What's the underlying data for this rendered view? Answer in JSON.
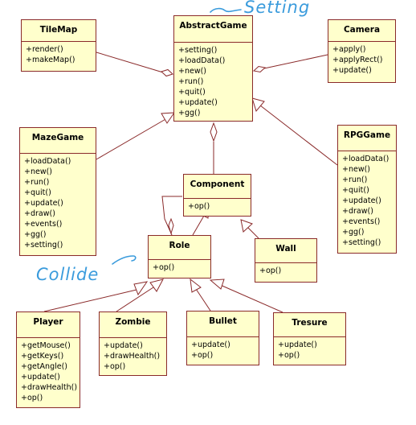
{
  "notes": {
    "setting": "Setting",
    "collide": "Collide"
  },
  "colors": {
    "box_fill": "#ffffcc",
    "box_border": "#8a2a2a",
    "annotation": "#3a9bdc"
  },
  "classes": {
    "tilemap": {
      "name": "TileMap",
      "ops": [
        "+render()",
        "+makeMap()"
      ]
    },
    "abstractgame": {
      "name": "AbstractGame",
      "ops": [
        "+setting()",
        "+loadData()",
        "+new()",
        "+run()",
        "+quit()",
        "+update()",
        "+gg()"
      ]
    },
    "camera": {
      "name": "Camera",
      "ops": [
        "+apply()",
        "+applyRect()",
        "+update()"
      ]
    },
    "mazegame": {
      "name": "MazeGame",
      "ops": [
        "+loadData()",
        "+new()",
        "+run()",
        "+quit()",
        "+update()",
        "+draw()",
        "+events()",
        "+gg()",
        "+setting()"
      ]
    },
    "rpggame": {
      "name": "RPGGame",
      "ops": [
        "+loadData()",
        "+new()",
        "+run()",
        "+quit()",
        "+update()",
        "+draw()",
        "+events()",
        "+gg()",
        "+setting()"
      ]
    },
    "component": {
      "name": "Component",
      "ops": [
        "+op()"
      ]
    },
    "role": {
      "name": "Role",
      "ops": [
        "+op()"
      ]
    },
    "wall": {
      "name": "Wall",
      "ops": [
        "+op()"
      ]
    },
    "player": {
      "name": "Player",
      "ops": [
        "+getMouse()",
        "+getKeys()",
        "+getAngle()",
        "+update()",
        "+drawHealth()",
        "+op()"
      ]
    },
    "zombie": {
      "name": "Zombie",
      "ops": [
        "+update()",
        "+drawHealth()",
        "+op()"
      ]
    },
    "bullet": {
      "name": "Bullet",
      "ops": [
        "+update()",
        "+op()"
      ]
    },
    "tresure": {
      "name": "Tresure",
      "ops": [
        "+update()",
        "+op()"
      ]
    }
  }
}
